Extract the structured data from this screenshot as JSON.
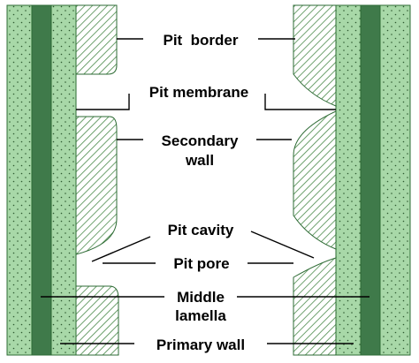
{
  "labels": {
    "pit_border": "Pit  border",
    "pit_membrane": "Pit membrane",
    "secondary_wall_line1": "Secondary",
    "secondary_wall_line2": "wall",
    "pit_cavity": "Pit cavity",
    "pit_pore": "Pit pore",
    "middle_lamella_line1": "Middle",
    "middle_lamella_line2": "lamella",
    "primary_wall": "Primary wall"
  },
  "colors": {
    "primary_wall_fill": "#a8d8a8",
    "middle_lamella_fill": "#3f7a4a",
    "secondary_wall_hatch": "#4a8a4a",
    "secondary_wall_bg": "#ffffff",
    "outline": "#2e6b35",
    "leader_line": "#000000"
  }
}
